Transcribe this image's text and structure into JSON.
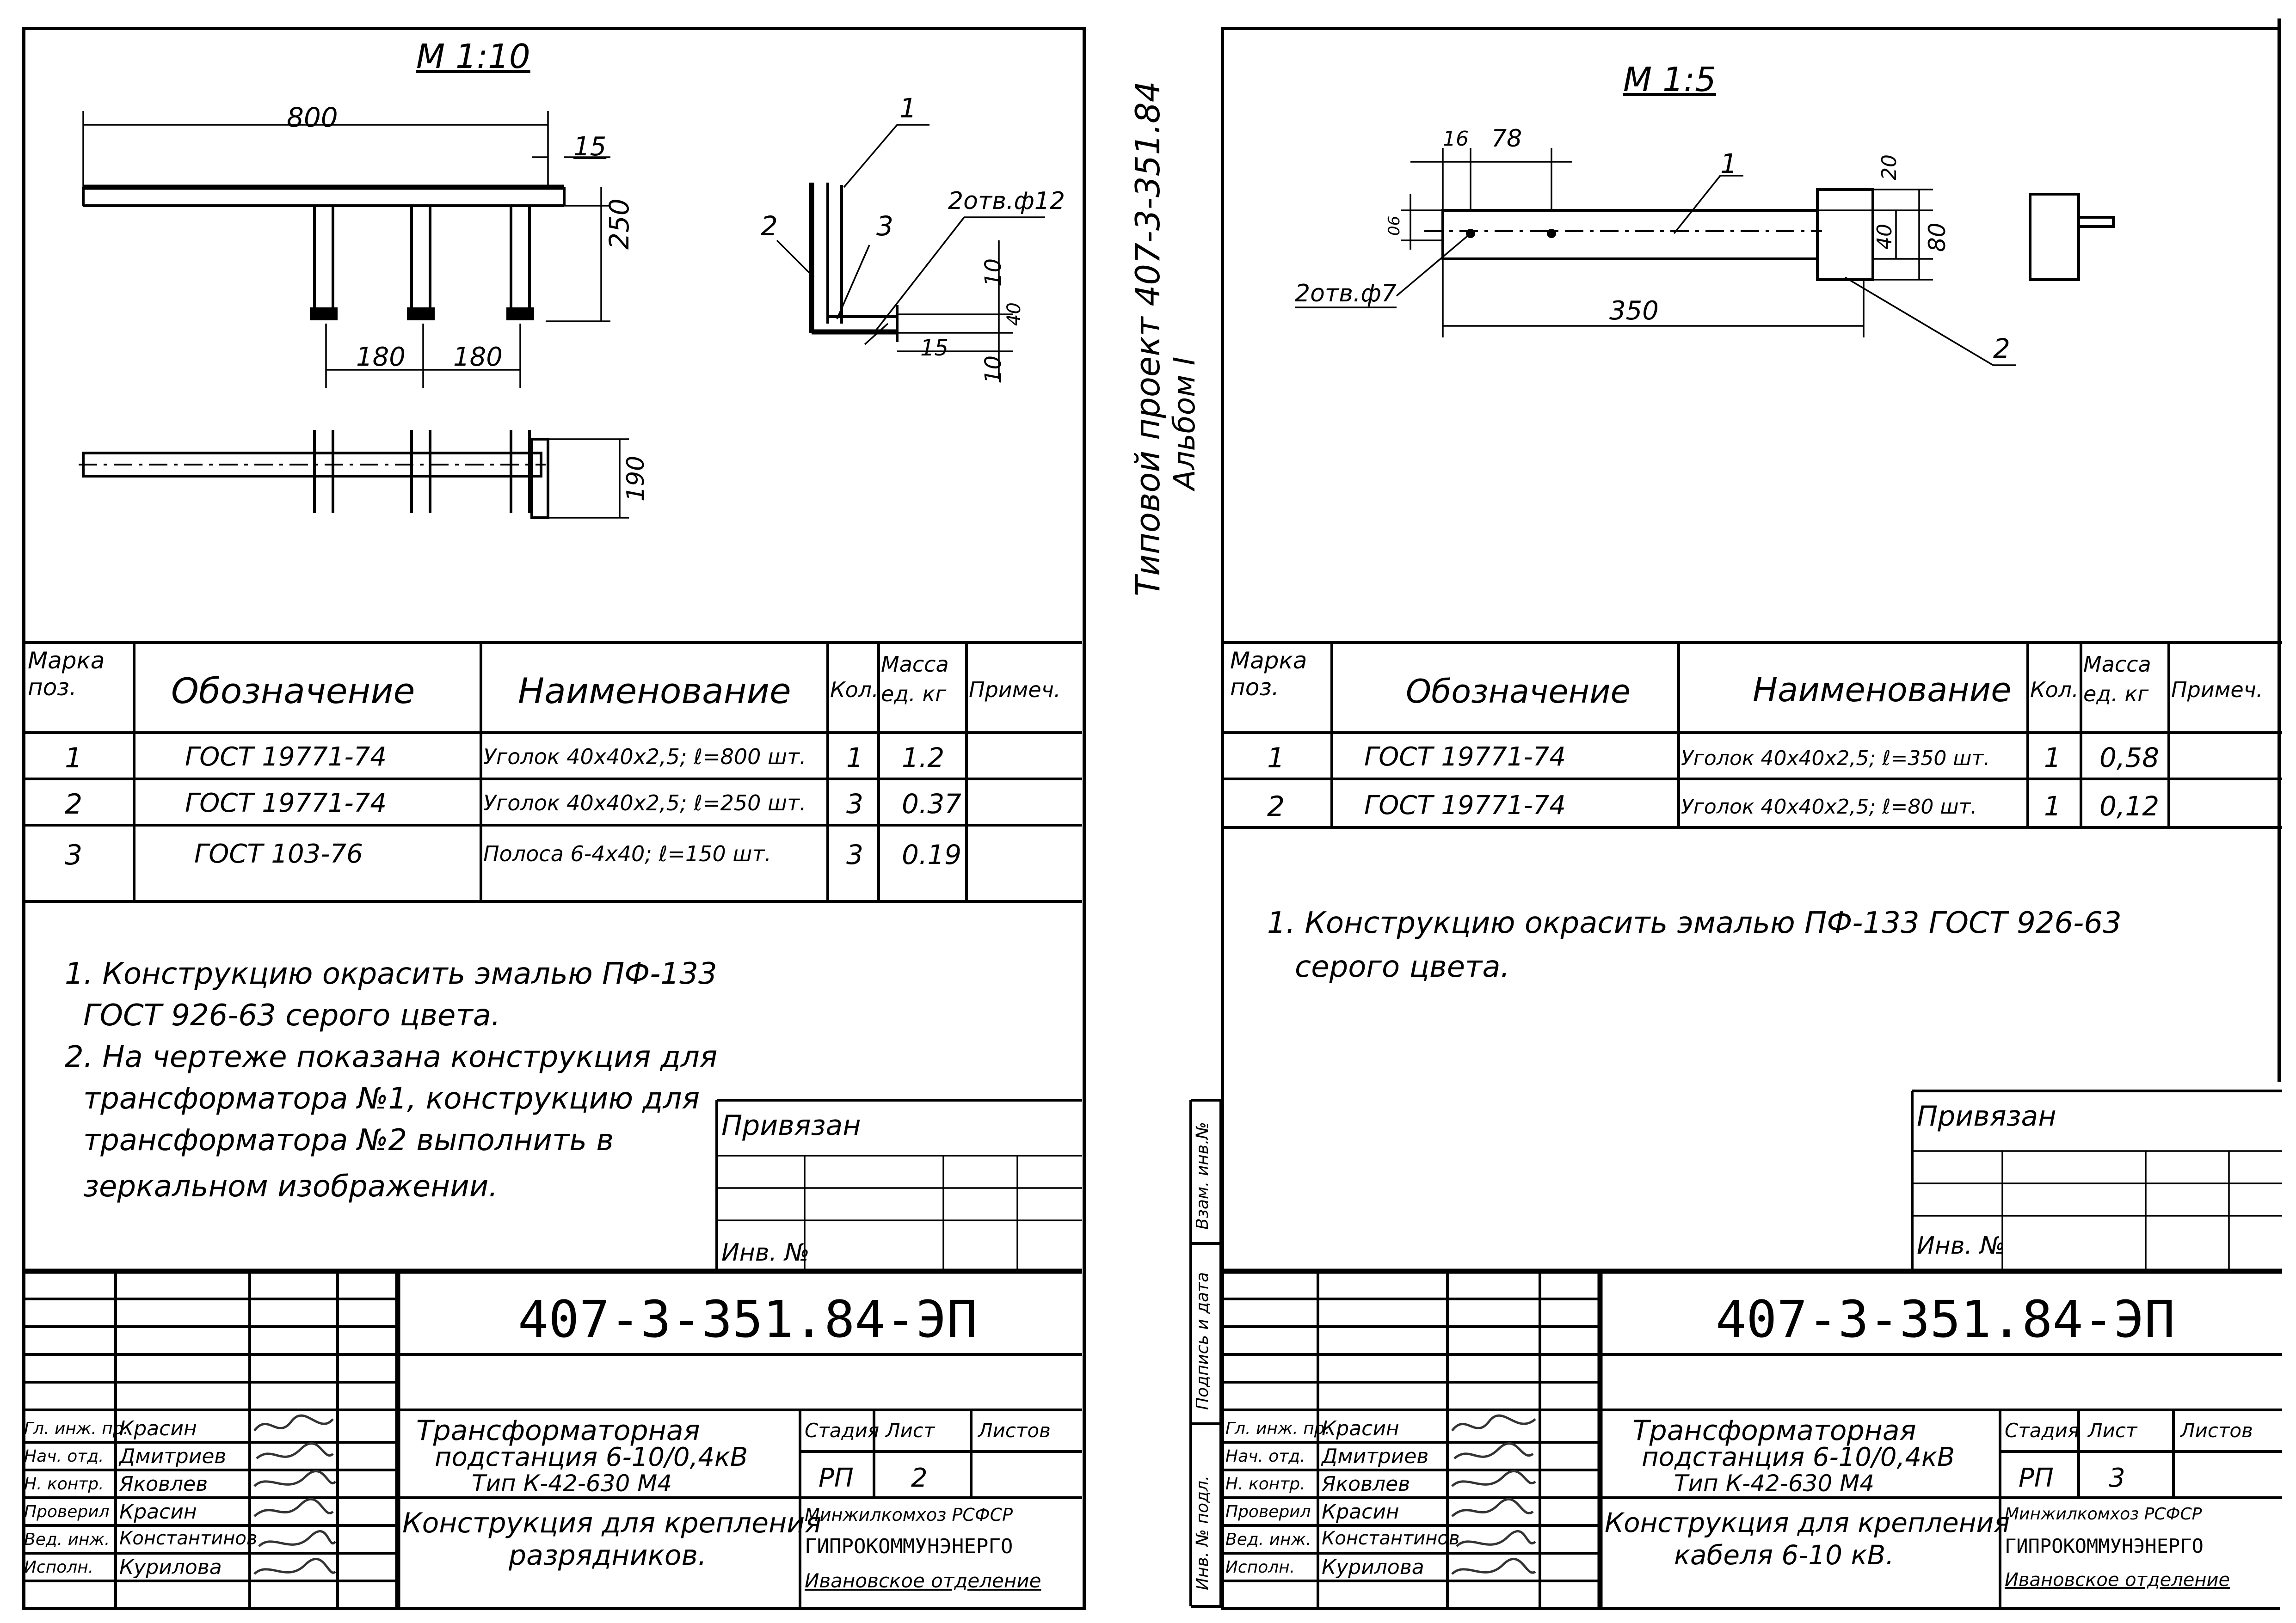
{
  "spine": {
    "title": "Типовой проект 407-3-351.84",
    "album": "Альбом I",
    "stamp_cells": [
      "Взам. инв.№",
      "Подпись и дата",
      "Инв. № подл."
    ]
  },
  "left": {
    "scale": "М 1:10",
    "dims": {
      "d800": "800",
      "d15": "15",
      "d250": "250",
      "d180a": "180",
      "d180b": "180",
      "d190": "190",
      "holes": "2отв.ф12",
      "d10a": "10",
      "d10b": "10",
      "d40": "40",
      "d15b": "15"
    },
    "callouts": [
      "1",
      "2",
      "3"
    ],
    "table": {
      "headers": {
        "mark": "Марка поз.",
        "designation": "Обозначение",
        "name": "Наименование",
        "qty": "Кол.",
        "mass": "Масса ед. кг",
        "note": "Примеч."
      },
      "rows": [
        {
          "mark": "1",
          "designation": "ГОСТ 19771-74",
          "name": "Уголок 40х40х2,5; ℓ=800 шт.",
          "qty": "1",
          "mass": "1.2",
          "note": ""
        },
        {
          "mark": "2",
          "designation": "ГОСТ 19771-74",
          "name": "Уголок 40х40х2,5; ℓ=250 шт.",
          "qty": "3",
          "mass": "0.37",
          "note": ""
        },
        {
          "mark": "3",
          "designation": "ГОСТ 103-76",
          "name": "Полоса 6-4х40; ℓ=150 шт.",
          "qty": "3",
          "mass": "0.19",
          "note": ""
        }
      ]
    },
    "notes": [
      "1. Конструкцию окрасить эмалью ПФ-133",
      "ГОСТ 926-63 серого цвета.",
      "2. На чертеже показана конструкция для",
      "трансформатора №1, конструкцию для",
      "трансформатора №2 выполнить в",
      "зеркальном изображении."
    ],
    "linked": "Привязан",
    "inv": "Инв. №",
    "code": "407-3-351.84-ЭП",
    "title_block": {
      "roles": [
        "Гл. инж. пр.",
        "Нач. отд.",
        "Н. контр.",
        "Проверил",
        "Вед. инж.",
        "Исполн."
      ],
      "names": [
        "Красин",
        "Дмитриев",
        "Яковлев",
        "Красин",
        "Константинов",
        "Курилова"
      ],
      "object_title": [
        "Трансформаторная",
        "подстанция 6-10/0,4кВ",
        "Тип К-42-630 М4"
      ],
      "sheet_title": [
        "Конструкция для крепления",
        "разрядников."
      ],
      "stage_label": "Стадия",
      "sheet_label": "Лист",
      "sheets_label": "Листов",
      "stage": "РП",
      "sheet": "2",
      "org": [
        "Минжилкомхоз РСФСР",
        "ГИПРОКОММУНЭНЕРГО",
        "Ивановское отделение"
      ]
    }
  },
  "right": {
    "scale": "М 1:5",
    "dims": {
      "d16": "16",
      "d78": "78",
      "d20": "20",
      "d40": "40",
      "d80": "80",
      "d350": "350",
      "holes": "2отв.ф7",
      "d06": "06"
    },
    "callouts": [
      "1",
      "2"
    ],
    "table": {
      "headers": {
        "mark": "Марка поз.",
        "designation": "Обозначение",
        "name": "Наименование",
        "qty": "Кол.",
        "mass": "Масса ед. кг",
        "note": "Примеч."
      },
      "rows": [
        {
          "mark": "1",
          "designation": "ГОСТ 19771-74",
          "name": "Уголок 40х40х2,5; ℓ=350 шт.",
          "qty": "1",
          "mass": "0,58",
          "note": ""
        },
        {
          "mark": "2",
          "designation": "ГОСТ 19771-74",
          "name": "Уголок 40х40х2,5; ℓ=80 шт.",
          "qty": "1",
          "mass": "0,12",
          "note": ""
        }
      ]
    },
    "notes": [
      "1. Конструкцию окрасить эмалью ПФ-133 ГОСТ 926-63",
      "серого цвета."
    ],
    "linked": "Привязан",
    "inv": "Инв. №",
    "code": "407-3-351.84-ЭП",
    "title_block": {
      "roles": [
        "Гл. инж. пр.",
        "Нач. отд.",
        "Н. контр.",
        "Проверил",
        "Вед. инж.",
        "Исполн."
      ],
      "names": [
        "Красин",
        "Дмитриев",
        "Яковлев",
        "Красин",
        "Константинов",
        "Курилова"
      ],
      "object_title": [
        "Трансформаторная",
        "подстанция 6-10/0,4кВ",
        "Тип К-42-630 М4"
      ],
      "sheet_title": [
        "Конструкция для крепления",
        "кабеля 6-10 кВ."
      ],
      "stage_label": "Стадия",
      "sheet_label": "Лист",
      "sheets_label": "Листов",
      "stage": "РП",
      "sheet": "3",
      "org": [
        "Минжилкомхоз РСФСР",
        "ГИПРОКОММУНЭНЕРГО",
        "Ивановское отделение"
      ]
    }
  }
}
